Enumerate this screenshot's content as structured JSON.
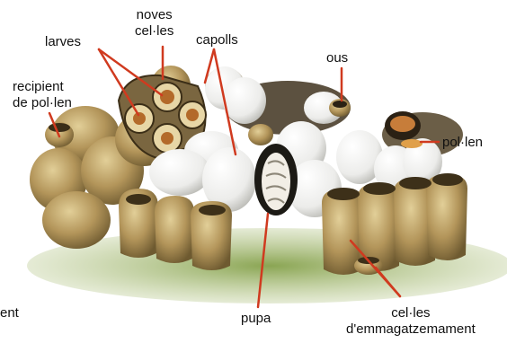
{
  "labels": {
    "noves_celles": [
      "noves",
      "cel·les"
    ],
    "larves": "larves",
    "capolls": "capolls",
    "ous": "ous",
    "recipient_pollen": [
      "recipient",
      "de pol·len"
    ],
    "pollen": "pol·len",
    "pupa": "pupa",
    "celles_emmagatzemament": [
      "cel·les",
      "d'emmagatzemament"
    ],
    "cut_off": "ent"
  },
  "colors": {
    "leader_line": "#d03a1f",
    "cell_wax": "#b89a5a",
    "cocoon": "#f4f4f2",
    "ground": "#7e9a4e"
  }
}
